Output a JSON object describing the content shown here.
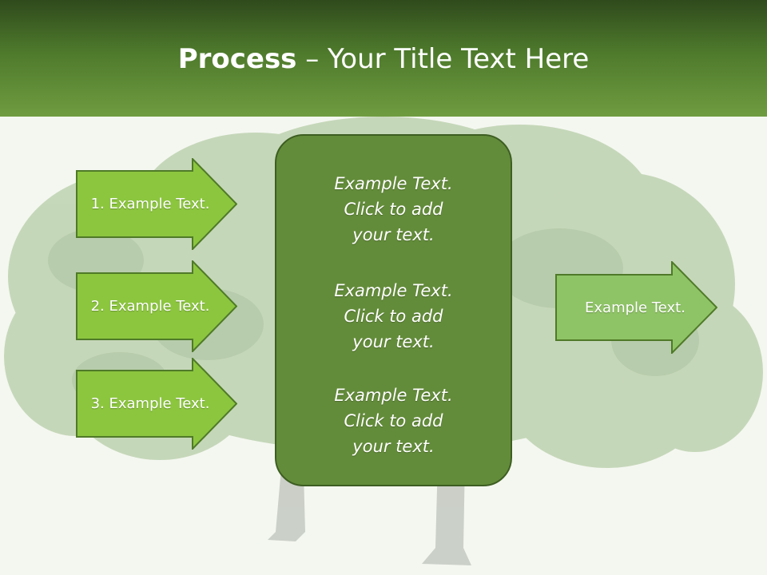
{
  "header": {
    "title_bold": "Process",
    "title_rest": " – Your Title Text Here"
  },
  "left_arrows": [
    {
      "label": "1. Example Text."
    },
    {
      "label": "2. Example Text."
    },
    {
      "label": "3. Example Text."
    }
  ],
  "center_box": {
    "blocks": [
      {
        "text": "Example Text.\nClick  to add\nyour text."
      },
      {
        "text": "Example Text.\nClick  to add\nyour text."
      },
      {
        "text": "Example Text.\nClick  to add\nyour text."
      }
    ]
  },
  "right_arrow": {
    "label": "Example Text."
  },
  "colors": {
    "header_dark": "#2f4a1c",
    "header_light": "#6f9c40",
    "arrow_fill": "#8cc63f",
    "arrow_border": "#4f7a28",
    "right_arrow_fill": "#8fc466",
    "box_fill": "#638c3a",
    "box_border": "#3d5e22"
  }
}
